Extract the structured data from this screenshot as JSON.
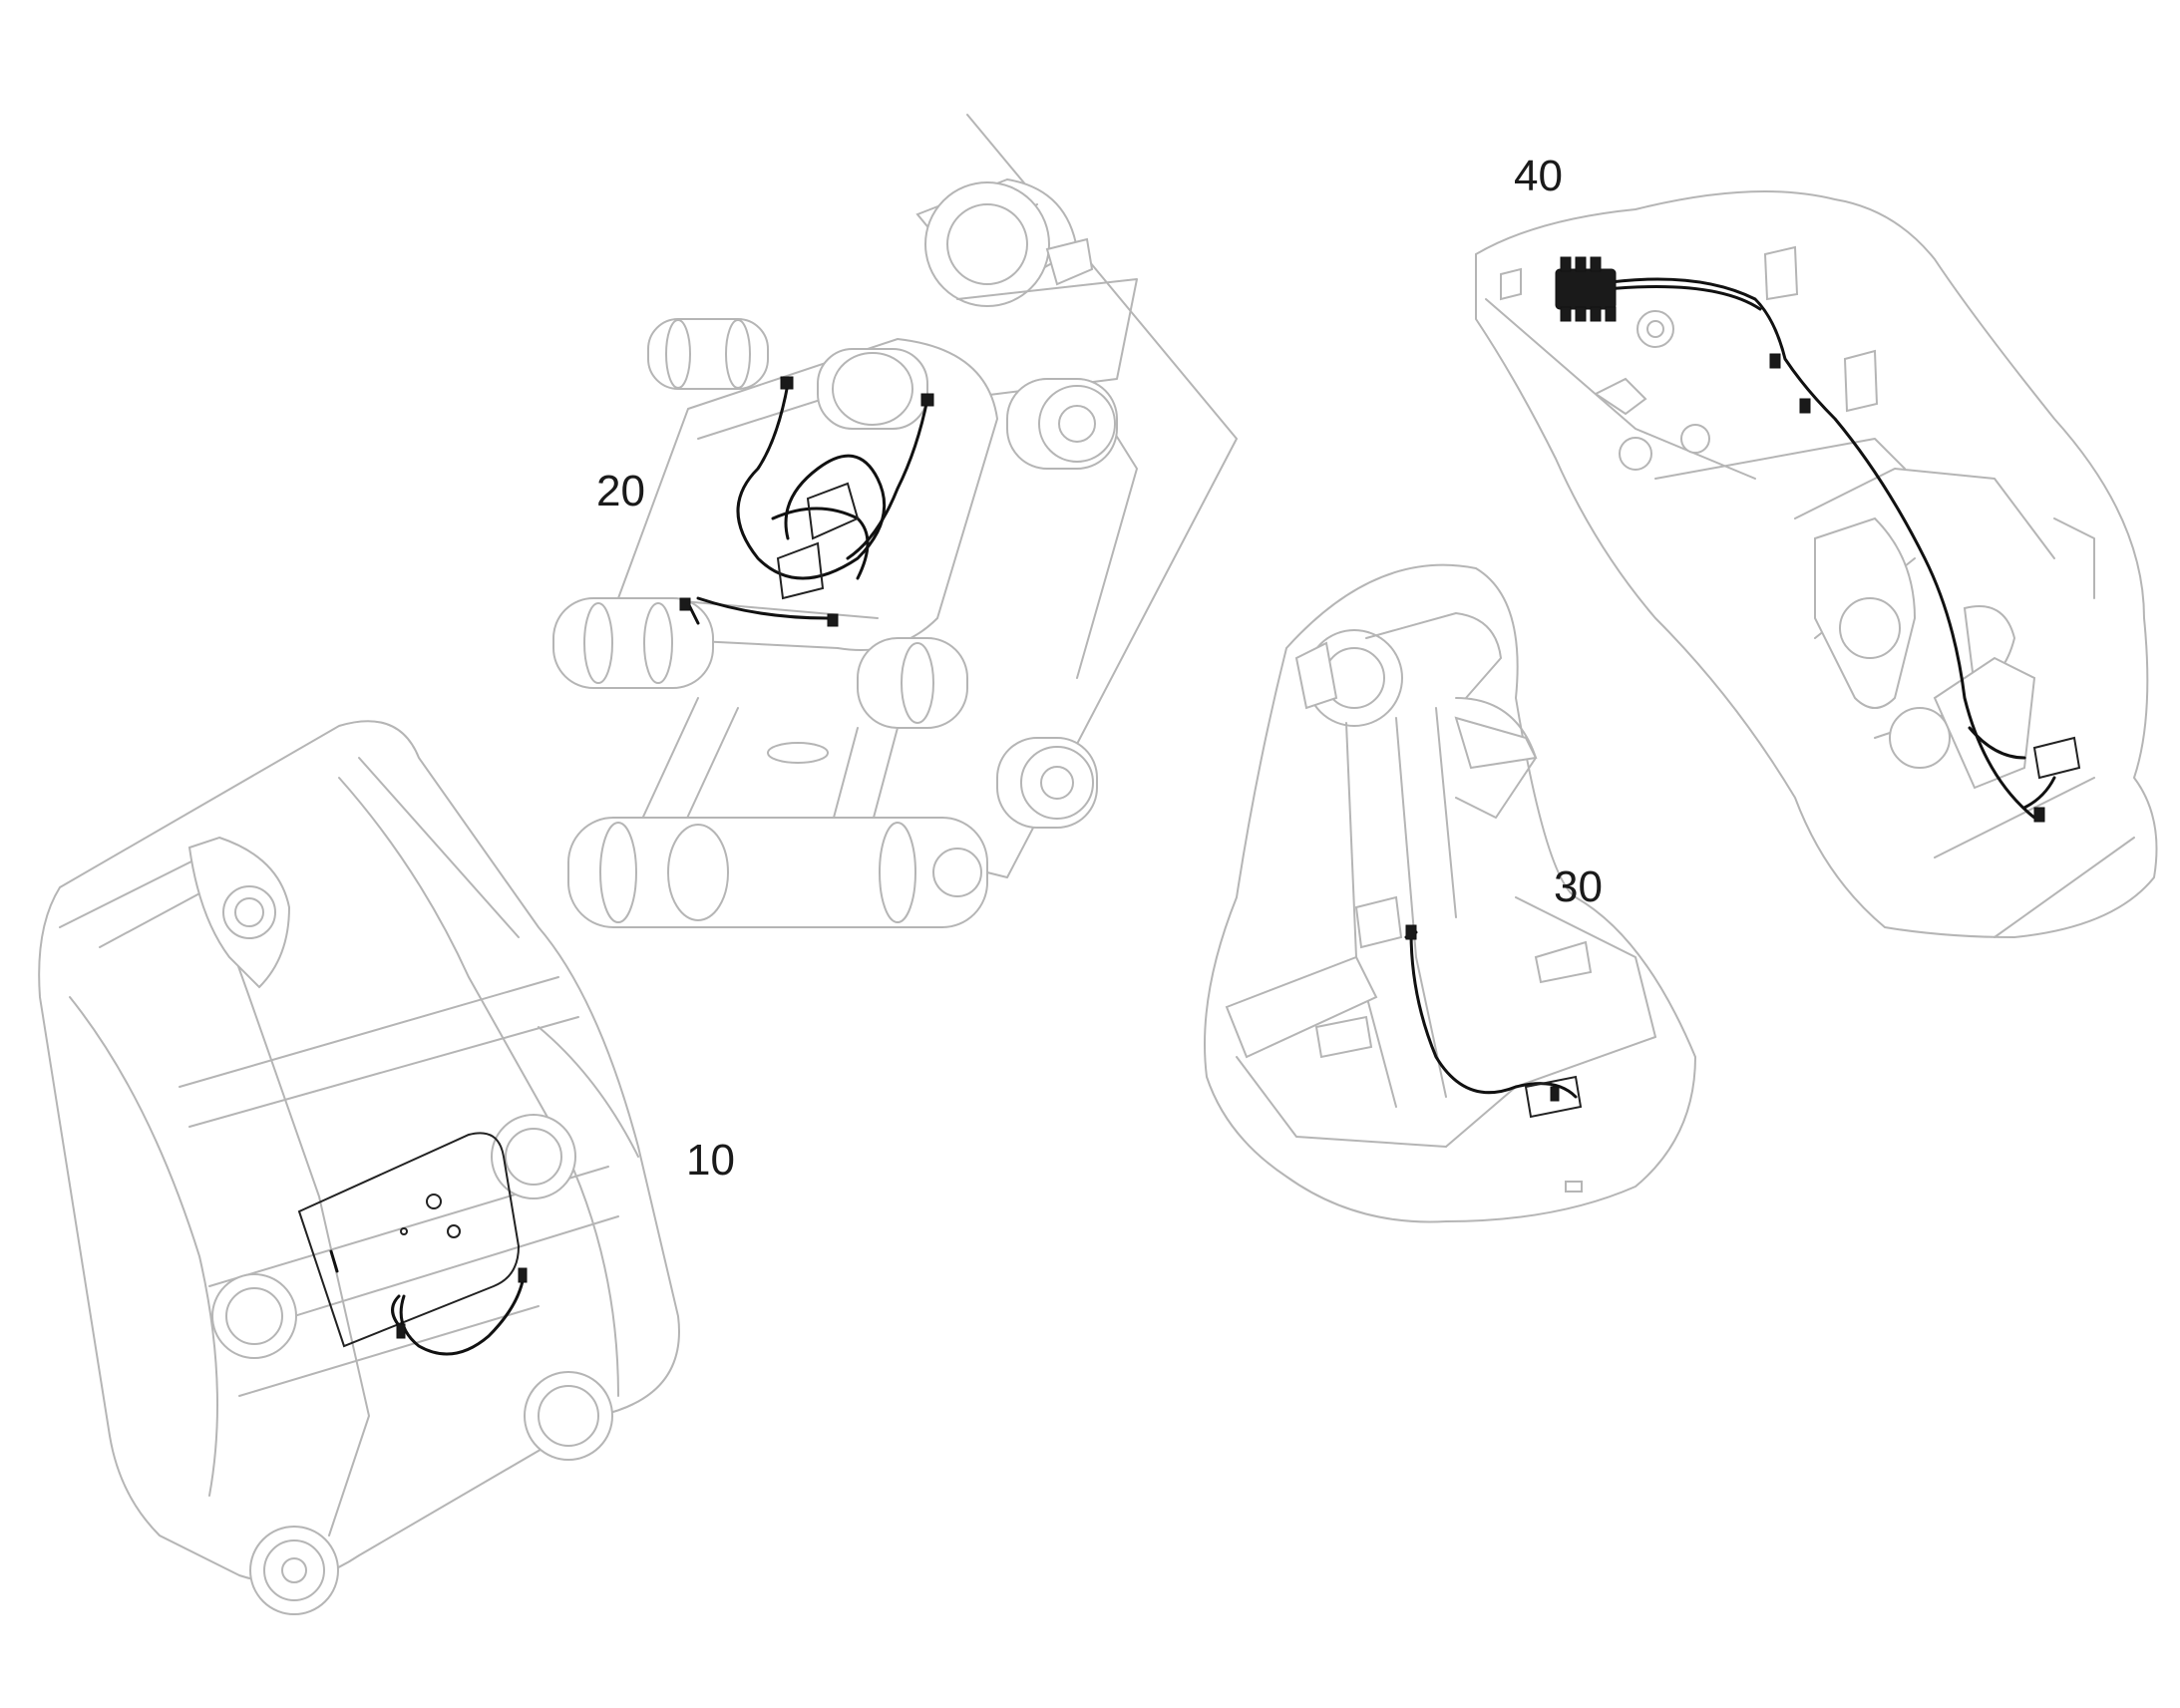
{
  "callouts": {
    "c10": "10",
    "c20": "20",
    "c30": "30",
    "c40": "40"
  },
  "colors": {
    "background": "#ffffff",
    "linework": "#b5b5b5",
    "harness": "#111111",
    "label_text": "#1a1a1a"
  }
}
